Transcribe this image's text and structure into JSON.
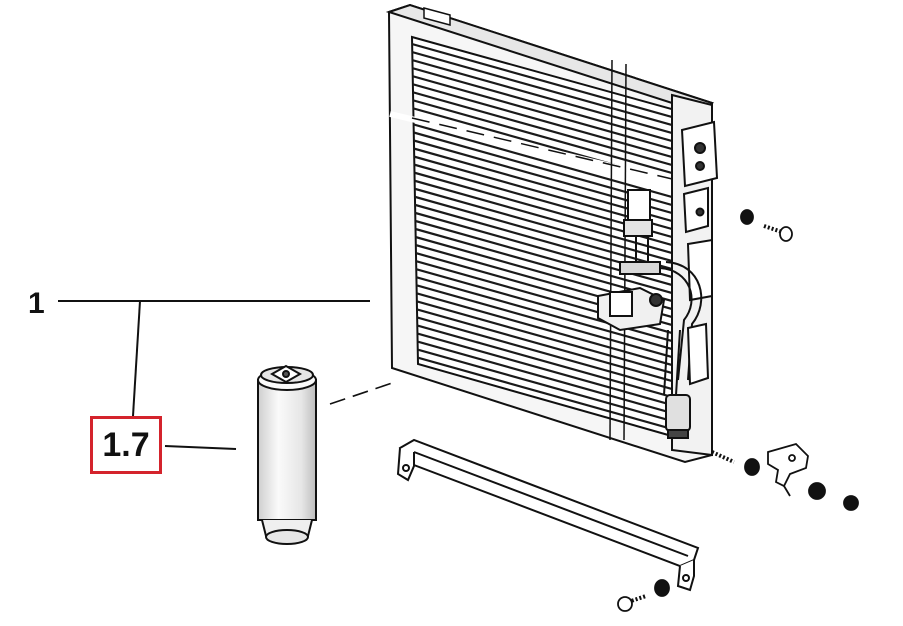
{
  "callouts": {
    "part_1": "1",
    "part_1_7": "1.7"
  },
  "colors": {
    "highlight_box": "#d4232c",
    "line": "#111111",
    "fill_light": "#f4f4f4",
    "fill_shade": "#d9d9d9",
    "fill_dark": "#333333"
  },
  "parts": [
    {
      "id": "1",
      "name": "condenser"
    },
    {
      "id": "1.7",
      "name": "receiver-drier"
    }
  ]
}
